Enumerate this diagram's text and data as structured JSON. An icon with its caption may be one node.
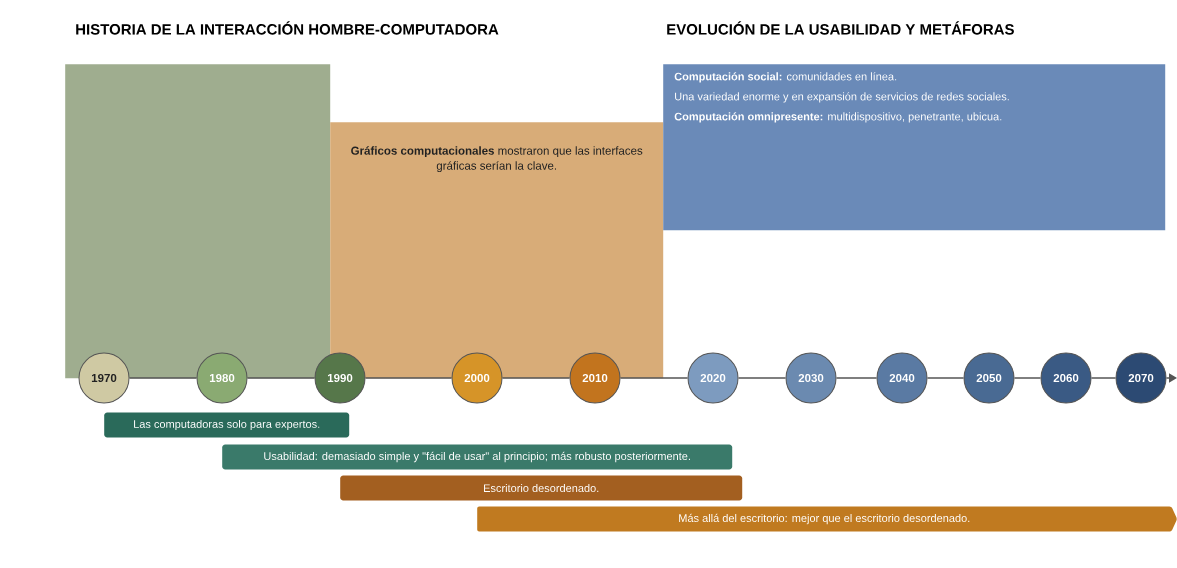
{
  "diagram": {
    "title": "HISTORIA DE LA INTERACCIÓN HOMBRE-COMPUTADORA",
    "nodes": [
      {
        "text": [],
        "shape": "box"
      },
      {
        "text": [
          "**Gráficos computacionales** mostraron que las interfaces gráficas serían la clave."
        ]
      },
      {
        "text": [
          "**Computación social:** comunidades en línea.",
          "Una variedad enorme y en expansión de servicios de redes sociales.",
          "**Computación omnipresente:** multidispositivo, penetrante, ubicua."
        ]
      },
      {
        "text": [
          "1970"
        ]
      },
      {
        "text": [
          "1980"
        ]
      },
      {
        "text": [
          "1990"
        ]
      },
      {
        "text": [
          "2000"
        ]
      },
      {
        "text": [
          "2010"
        ]
      },
      {
        "text": [
          "2020"
        ]
      },
      {
        "text": [
          "2030"
        ]
      },
      {
        "text": [
          "2040"
        ]
      },
      {
        "text": [
          "2050"
        ]
      },
      {
        "text": [
          "2060"
        ]
      },
      {
        "text": [
          "2070"
        ]
      },
      {
        "text": [
          "Las computadoras solo para expertos."
        ]
      },
      {
        "text": [
          "Usabilidad: demasiado simple y \"fácil de usar\" al principio; más robusto posteriormente."
        ]
      },
      {
        "text": [
          "Escritorio desordenado."
        ]
      },
      {
        "text": [
          "Más allá del escritorio: mejor que el escritorio desordenado."
        ]
      }
    ],
    "edges": [
      {
        "from": 3,
        "to": 4,
        "arrow": "none"
      },
      {
        "from": 4,
        "to": 5,
        "arrow": "none"
      },
      {
        "from": 5,
        "to": 6,
        "arrow": "none"
      },
      {
        "from": 6,
        "to": 7,
        "arrow": "none"
      },
      {
        "from": 7,
        "to": 8,
        "arrow": "none"
      },
      {
        "from": 8,
        "to": 9,
        "arrow": "none"
      },
      {
        "from": 9,
        "to": 10,
        "arrow": "none"
      },
      {
        "from": 10,
        "to": 11,
        "arrow": "none"
      },
      {
        "from": 11,
        "to": 12,
        "arrow": "none"
      },
      {
        "from": 12,
        "to": 13,
        "arrow": "none"
      },
      {
        "from": 13,
        "to": null,
        "arrow": "to"
      }
    ],
    "labels": [
      "EVOLUCIÓN DE LA USABILIDAD Y METÁFORAS"
    ]
  }
}
